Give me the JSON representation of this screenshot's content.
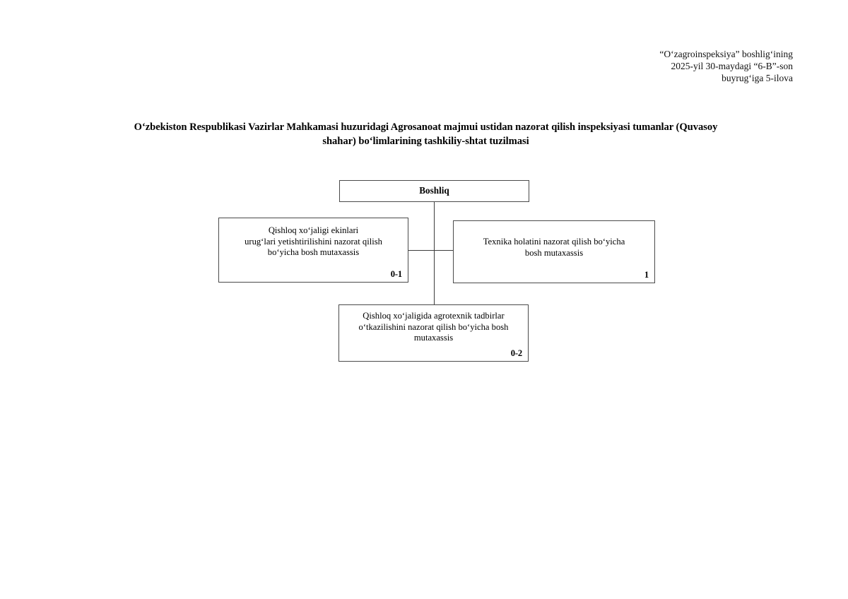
{
  "header_note": {
    "lines": [
      "“O‘zagroinspeksiya” boshlig‘ining",
      "2025-yil 30-maydagi “6-B”-son",
      "buyrug‘iga 5-ilova"
    ]
  },
  "title": {
    "line1": "O‘zbekiston Respublikasi Vazirlar Mahkamasi huzuridagi Agrosanoat majmui ustidan nazorat qilish inspeksiyasi",
    "line2": "tumanlar (Quvasoy shahar) bo‘limlarining tashkiliy-shtat tuzilmasi"
  },
  "chart": {
    "type": "org-chart",
    "nodes": [
      {
        "id": "root",
        "label": "Boshliq",
        "count": "",
        "bold": true
      },
      {
        "id": "left",
        "label": "Qishloq xo‘jaligi ekinlari urug‘lari yetishtirilishini nazorat qilish bo‘yicha bosh mutaxassis",
        "line1": "Qishloq xo‘jaligi ekinlari",
        "line2": "urug‘lari yetishtirilishini nazorat qilish",
        "line3": "bo‘yicha bosh mutaxassis",
        "count": "0-1"
      },
      {
        "id": "right",
        "label": "Texnika holatini nazorat qilish bo‘yicha bosh mutaxassis",
        "line1": "Texnika holatini nazorat qilish bo‘yicha",
        "line2": "bosh mutaxassis",
        "count": "1"
      },
      {
        "id": "bottom",
        "label": "Qishloq xo‘jaligida agrotexnik tadbirlar o‘tkazilishini nazorat qilish bo‘yicha bosh mutaxassis",
        "line1": "Qishloq xo‘jaligida agrotexnik tadbirlar",
        "line2": "o‘tkazilishini nazorat qilish bo‘yicha bosh",
        "line3": "mutaxassis",
        "count": "0-2"
      }
    ],
    "edges": [
      {
        "from": "root",
        "to": "left"
      },
      {
        "from": "root",
        "to": "right"
      },
      {
        "from": "root",
        "to": "bottom"
      }
    ],
    "colors": {
      "border": "#4a4a4a",
      "connector": "#3d3d3d",
      "text": "#000000",
      "background": "#ffffff"
    }
  }
}
